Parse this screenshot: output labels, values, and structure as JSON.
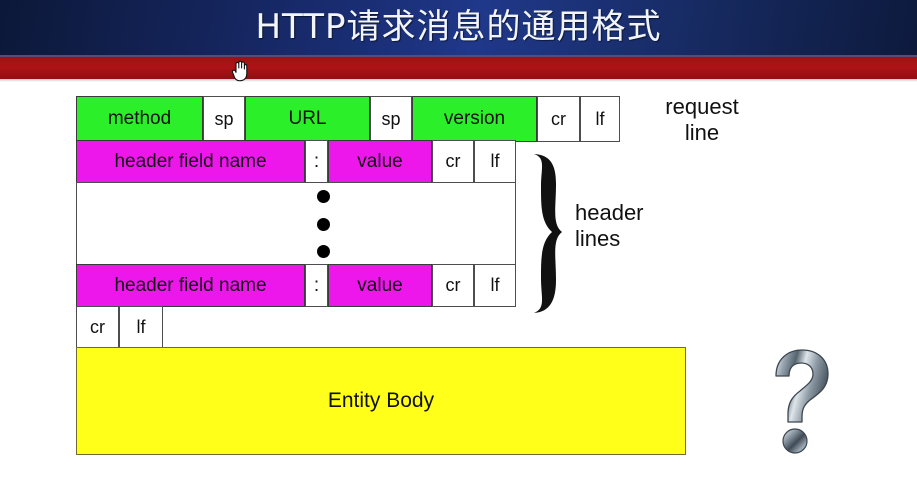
{
  "slide": {
    "title": "HTTP请求消息的通用格式",
    "accent_navy": "#16295e",
    "accent_red": "#a81216",
    "green": "#2bf029",
    "magenta": "#ed17ec",
    "yellow": "#ffff1a"
  },
  "cursor": {
    "icon": "hand-cursor"
  },
  "diagram": {
    "request_line": {
      "cells": [
        {
          "label": "method",
          "color": "green"
        },
        {
          "label": "sp",
          "color": "plain"
        },
        {
          "label": "URL",
          "color": "green"
        },
        {
          "label": "sp",
          "color": "plain"
        },
        {
          "label": "version",
          "color": "green"
        },
        {
          "label": "cr",
          "color": "plain"
        },
        {
          "label": "lf",
          "color": "plain"
        }
      ],
      "side_label": "request\nline"
    },
    "header_line_first": {
      "cells": [
        {
          "label": "header field name",
          "color": "magenta"
        },
        {
          "label": ":",
          "color": "plain"
        },
        {
          "label": "value",
          "color": "magenta"
        },
        {
          "label": "cr",
          "color": "plain"
        },
        {
          "label": "lf",
          "color": "plain"
        }
      ]
    },
    "ellipsis": {
      "dots": 3,
      "icon": "vertical-ellipsis-icon"
    },
    "header_line_last": {
      "cells": [
        {
          "label": "header field name",
          "color": "magenta"
        },
        {
          "label": ":",
          "color": "plain"
        },
        {
          "label": "value",
          "color": "magenta"
        },
        {
          "label": "cr",
          "color": "plain"
        },
        {
          "label": "lf",
          "color": "plain"
        }
      ]
    },
    "header_lines_side_label": "header\nlines",
    "blank_line": {
      "cells": [
        {
          "label": "cr",
          "color": "plain"
        },
        {
          "label": "lf",
          "color": "plain"
        }
      ]
    },
    "entity_body": {
      "label": "Entity Body",
      "color": "yellow"
    }
  },
  "decoration": {
    "question_mark_icon": "question-mark-icon"
  }
}
